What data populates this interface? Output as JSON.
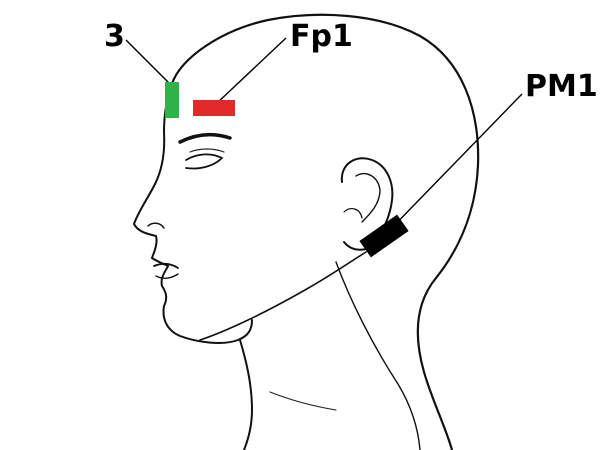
{
  "labels": {
    "electrode_3": "3",
    "electrode_fp1": "Fp1",
    "electrode_pm1": "PM1"
  },
  "colors": {
    "electrode_3": "#2db34a",
    "electrode_fp1": "#e02a2a",
    "electrode_pm1": "#000000",
    "outline": "#111111"
  }
}
